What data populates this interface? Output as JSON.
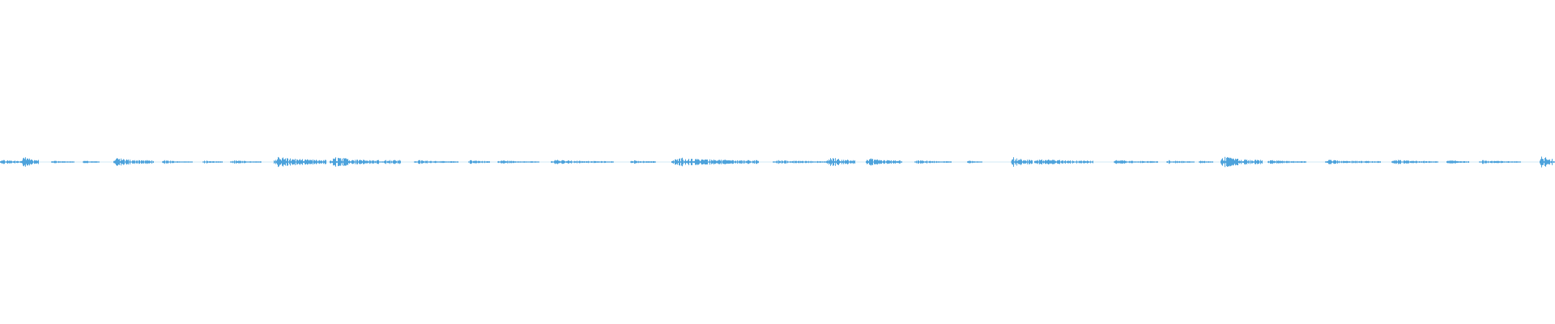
{
  "waveform": {
    "color": "#4ea3dc",
    "background": "#ffffff",
    "duration_fraction_active": 1.0,
    "segments": [
      {
        "start": 0.0,
        "end": 0.02,
        "peak": 0.3
      },
      {
        "start": 0.014,
        "end": 0.025,
        "peak": 0.75
      },
      {
        "start": 0.033,
        "end": 0.048,
        "peak": 0.2
      },
      {
        "start": 0.053,
        "end": 0.064,
        "peak": 0.22
      },
      {
        "start": 0.073,
        "end": 0.099,
        "peak": 0.55
      },
      {
        "start": 0.104,
        "end": 0.124,
        "peak": 0.22
      },
      {
        "start": 0.13,
        "end": 0.143,
        "peak": 0.22
      },
      {
        "start": 0.148,
        "end": 0.168,
        "peak": 0.25
      },
      {
        "start": 0.176,
        "end": 0.21,
        "peak": 0.7
      },
      {
        "start": 0.212,
        "end": 0.258,
        "peak": 0.62
      },
      {
        "start": 0.266,
        "end": 0.295,
        "peak": 0.25
      },
      {
        "start": 0.301,
        "end": 0.315,
        "peak": 0.3
      },
      {
        "start": 0.32,
        "end": 0.347,
        "peak": 0.22
      },
      {
        "start": 0.354,
        "end": 0.395,
        "peak": 0.28
      },
      {
        "start": 0.405,
        "end": 0.422,
        "peak": 0.25
      },
      {
        "start": 0.432,
        "end": 0.488,
        "peak": 0.58
      },
      {
        "start": 0.497,
        "end": 0.545,
        "peak": 0.25
      },
      {
        "start": 0.532,
        "end": 0.55,
        "peak": 0.72
      },
      {
        "start": 0.557,
        "end": 0.58,
        "peak": 0.5
      },
      {
        "start": 0.588,
        "end": 0.612,
        "peak": 0.26
      },
      {
        "start": 0.622,
        "end": 0.632,
        "peak": 0.2
      },
      {
        "start": 0.65,
        "end": 0.664,
        "peak": 0.7
      },
      {
        "start": 0.665,
        "end": 0.703,
        "peak": 0.45
      },
      {
        "start": 0.716,
        "end": 0.745,
        "peak": 0.28
      },
      {
        "start": 0.75,
        "end": 0.768,
        "peak": 0.24
      },
      {
        "start": 0.771,
        "end": 0.78,
        "peak": 0.22
      },
      {
        "start": 0.785,
        "end": 0.812,
        "peak": 0.7
      },
      {
        "start": 0.815,
        "end": 0.84,
        "peak": 0.26
      },
      {
        "start": 0.852,
        "end": 0.888,
        "peak": 0.3
      },
      {
        "start": 0.895,
        "end": 0.925,
        "peak": 0.32
      },
      {
        "start": 0.93,
        "end": 0.945,
        "peak": 0.28
      },
      {
        "start": 0.951,
        "end": 0.978,
        "peak": 0.24
      },
      {
        "start": 0.99,
        "end": 1.0,
        "peak": 1.0
      }
    ]
  }
}
